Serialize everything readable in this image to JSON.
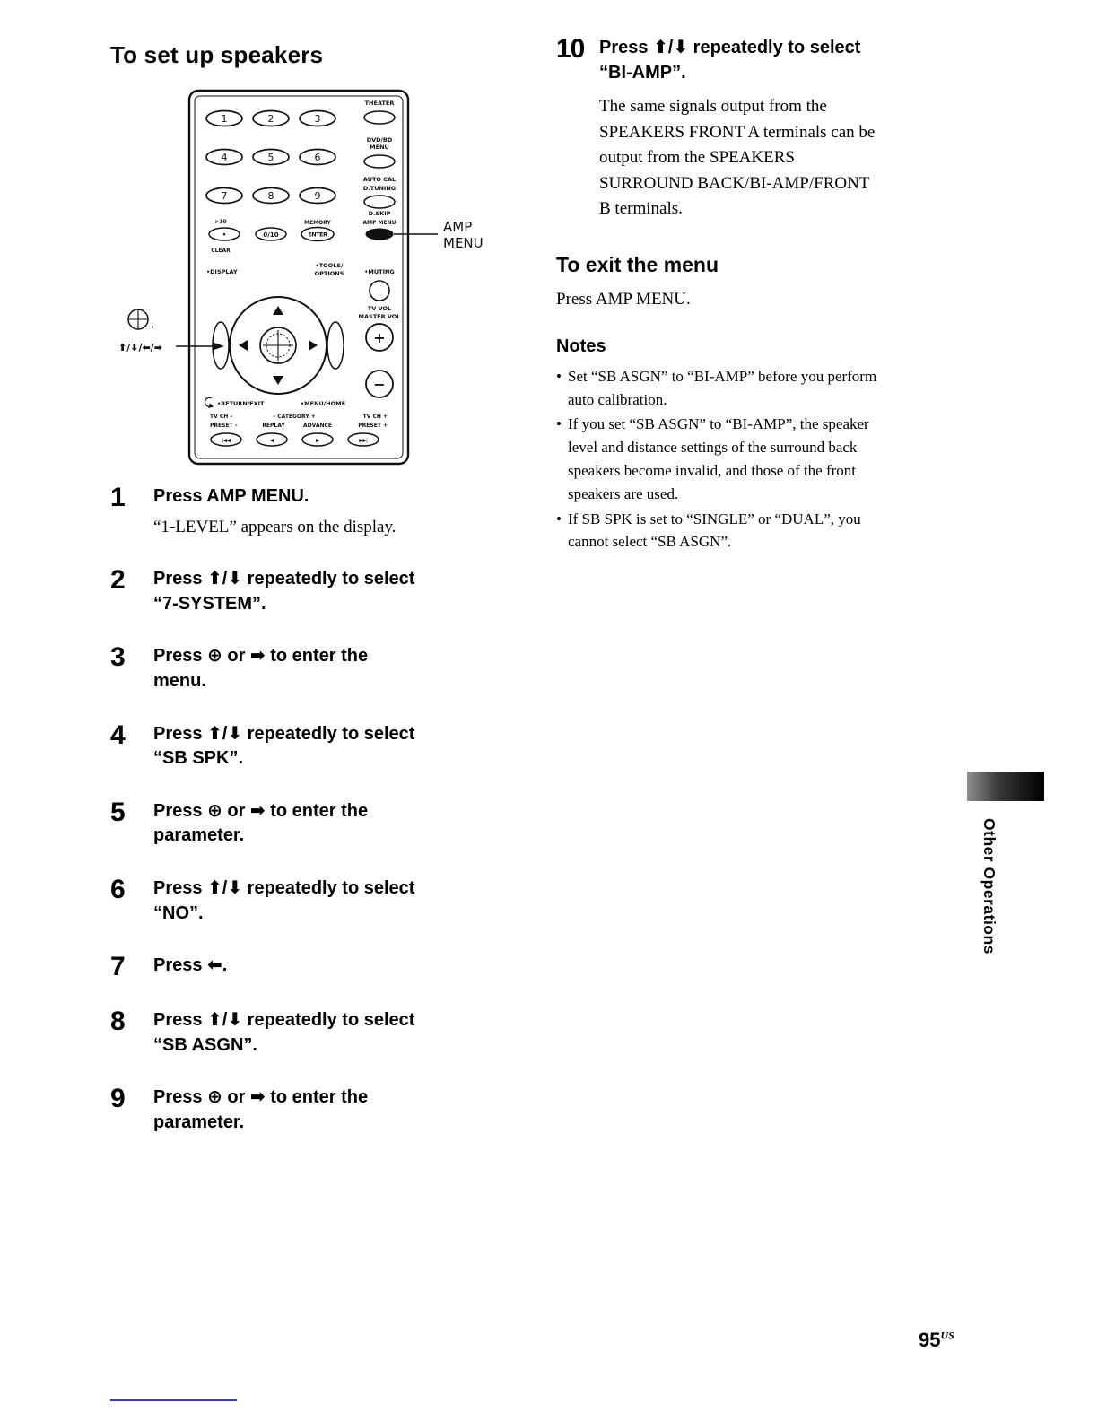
{
  "left": {
    "heading": "To set up speakers",
    "steps": [
      {
        "num": "1",
        "title": "Press AMP MENU.",
        "body": "“1-LEVEL” appears on the display."
      },
      {
        "num": "2",
        "title": "Press ⬆/⬇ repeatedly to select\n“7-SYSTEM”."
      },
      {
        "num": "3",
        "title": "Press ⊕ or ➡ to enter the\nmenu."
      },
      {
        "num": "4",
        "title": "Press ⬆/⬇ repeatedly to select\n“SB SPK”."
      },
      {
        "num": "5",
        "title": "Press ⊕ or ➡ to enter the\nparameter."
      },
      {
        "num": "6",
        "title": "Press ⬆/⬇ repeatedly to select\n“NO”."
      },
      {
        "num": "7",
        "title": "Press ⬅."
      },
      {
        "num": "8",
        "title": "Press ⬆/⬇ repeatedly to select\n“SB ASGN”."
      },
      {
        "num": "9",
        "title": "Press ⊕ or ➡ to enter the\nparameter."
      }
    ]
  },
  "right": {
    "step": {
      "num": "10",
      "title": "Press ⬆/⬇ repeatedly to select\n“BI-AMP”.",
      "body": "The same signals output from the\nSPEAKERS FRONT A terminals can be\noutput from the SPEAKERS\nSURROUND BACK/BI-AMP/FRONT\nB terminals."
    },
    "exit": {
      "heading": "To exit the menu",
      "body": "Press AMP MENU."
    },
    "notes": {
      "heading": "Notes",
      "items": [
        "Set “SB ASGN” to “BI-AMP” before you perform\nauto calibration.",
        "If you set “SB ASGN” to “BI-AMP”, the speaker\nlevel and distance settings of the surround back\nspeakers become invalid, and those of the front\nspeakers are used.",
        "If SB SPK is set to “SINGLE” or “DUAL”, you\ncannot select “SB ASGN”."
      ]
    }
  },
  "figure": {
    "callouts": {
      "amp_line1": "AMP",
      "amp_line2": "MENU",
      "nav_comma": ",",
      "nav_arrows": "⬆/⬇/⬅/➡"
    },
    "remote": {
      "digits": [
        [
          "1",
          "2",
          "3"
        ],
        [
          "4",
          "5",
          "6"
        ],
        [
          "7",
          "8",
          "9"
        ]
      ],
      "labels": {
        "theater": "THEATER",
        "dvdbd_1": "DVD/BD",
        "dvdbd_2": "MENU",
        "auto_cal": "AUTO CAL",
        "d_tuning": "D.TUNING",
        "d_skip": "D.SKIP",
        "memory": "MEMORY",
        "amp_menu": "AMP MENU",
        "gt10": ">10",
        "clear": "CLEAR",
        "display": "•DISPLAY",
        "tools_1": "•TOOLS/",
        "tools_2": "OPTIONS",
        "muting": "•MUTING",
        "tv_vol": "TV VOL",
        "master_vol": "MASTER VOL",
        "return_exit": "•RETURN/EXIT",
        "menu_home": "•MENU/HOME",
        "tv_ch_minus": "TV CH –",
        "preset_minus": "PRESET –",
        "category": "– CATEGORY +",
        "replay": "REPLAY",
        "advance": "ADVANCE",
        "tv_ch_plus": "TV CH +",
        "preset_plus": "PRESET +"
      },
      "buttons": {
        "dot": "•",
        "zero10": "0/10",
        "enter": "ENTER",
        "plus": "+",
        "minus": "−"
      },
      "transport": [
        "|◀◀",
        "◀",
        "▶",
        "▶▶|"
      ]
    }
  },
  "sidebar": {
    "label": "Other Operations"
  },
  "footer": {
    "page": "95",
    "suffix": "US"
  }
}
